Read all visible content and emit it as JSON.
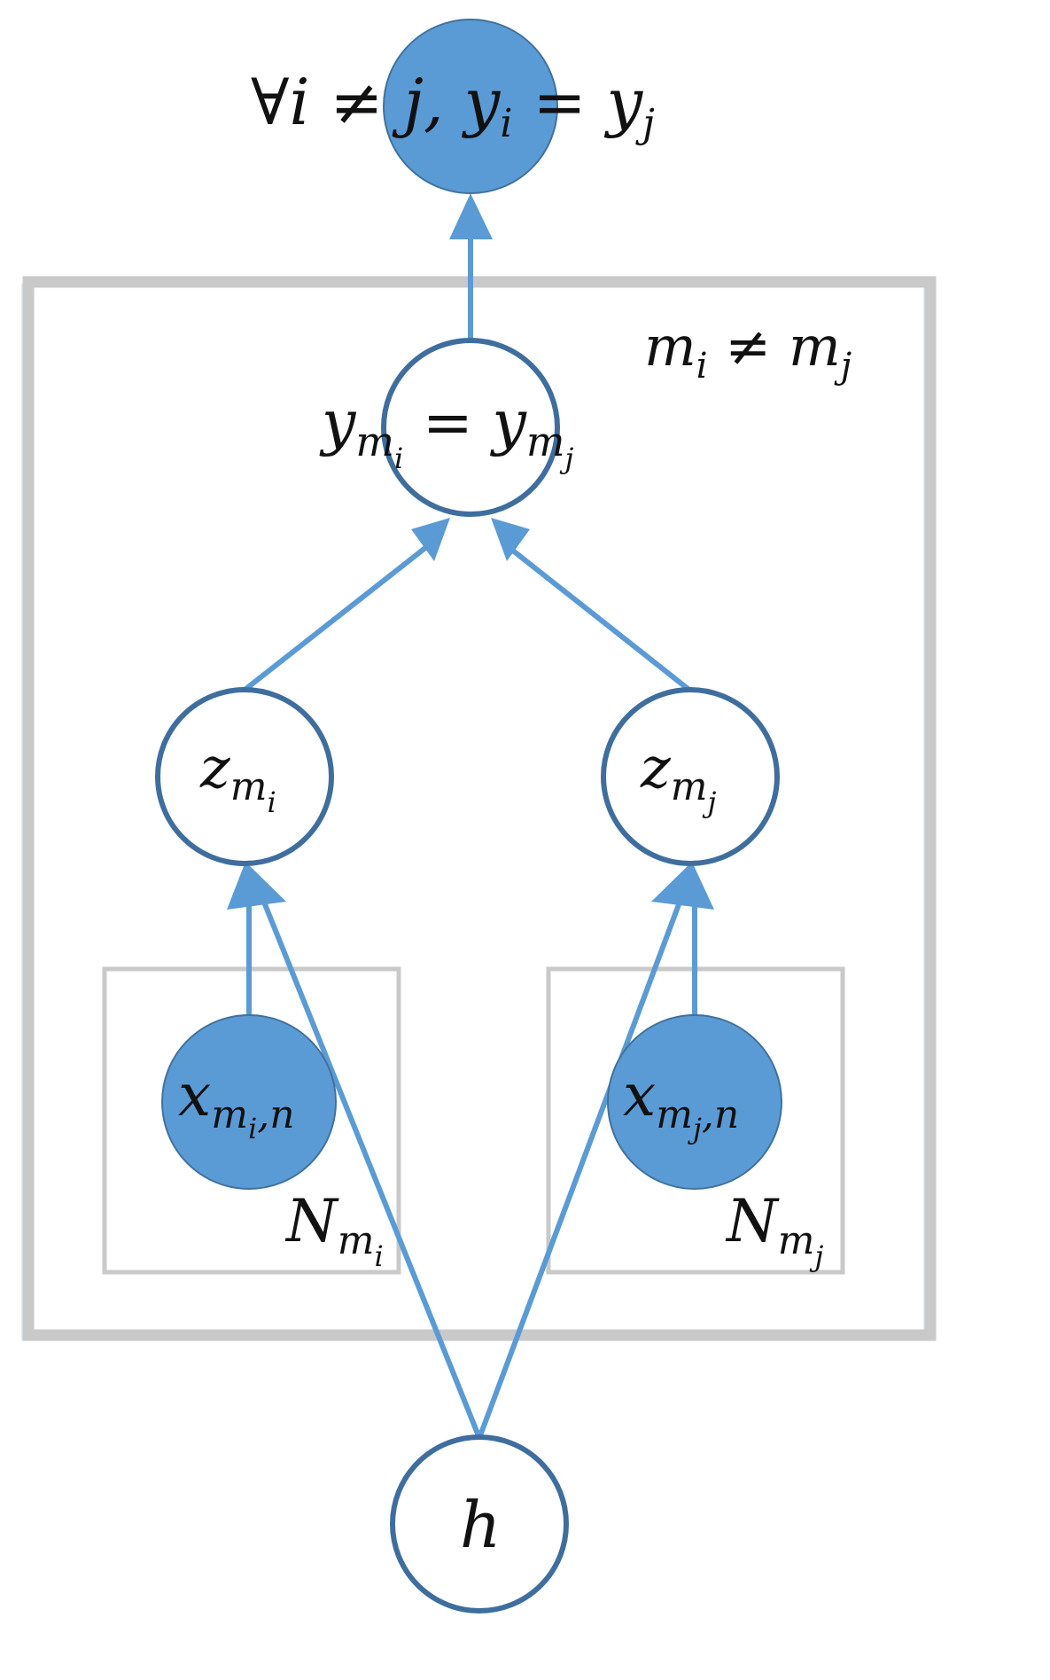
{
  "nodes": {
    "top": {
      "label": "∀i ≠ j, y",
      "label_sub": "i",
      "label_eq": " = y",
      "label_sub2": "j",
      "observed": true
    },
    "y_pair": {
      "label": "y",
      "sub1": "m",
      "subsub1": "i",
      "eq": " = y",
      "sub2": "m",
      "subsub2": "j",
      "observed": false
    },
    "z_left": {
      "label": "z",
      "sub": "m",
      "subsub": "i",
      "observed": false
    },
    "z_right": {
      "label": "z",
      "sub": "m",
      "subsub": "j",
      "observed": false
    },
    "x_left": {
      "label": "x",
      "sub": "m",
      "subsub": "i",
      "sub_tail": ",n",
      "observed": true
    },
    "x_right": {
      "label": "x",
      "sub": "m",
      "subsub": "j",
      "sub_tail": ",n",
      "observed": true
    },
    "h": {
      "label": "h",
      "observed": false
    }
  },
  "plates": {
    "outer": {
      "label": "m",
      "sub": "i",
      "op": " ≠ m",
      "sub2": "j"
    },
    "left": {
      "label": "N",
      "sub": "m",
      "subsub": "i"
    },
    "right": {
      "label": "N",
      "sub": "m",
      "subsub": "j"
    }
  },
  "colors": {
    "observed_fill": "#5b9bd5",
    "edge": "#5b9bd5",
    "node_stroke": "#3f6e9e",
    "plate": "#c9c9c9"
  }
}
